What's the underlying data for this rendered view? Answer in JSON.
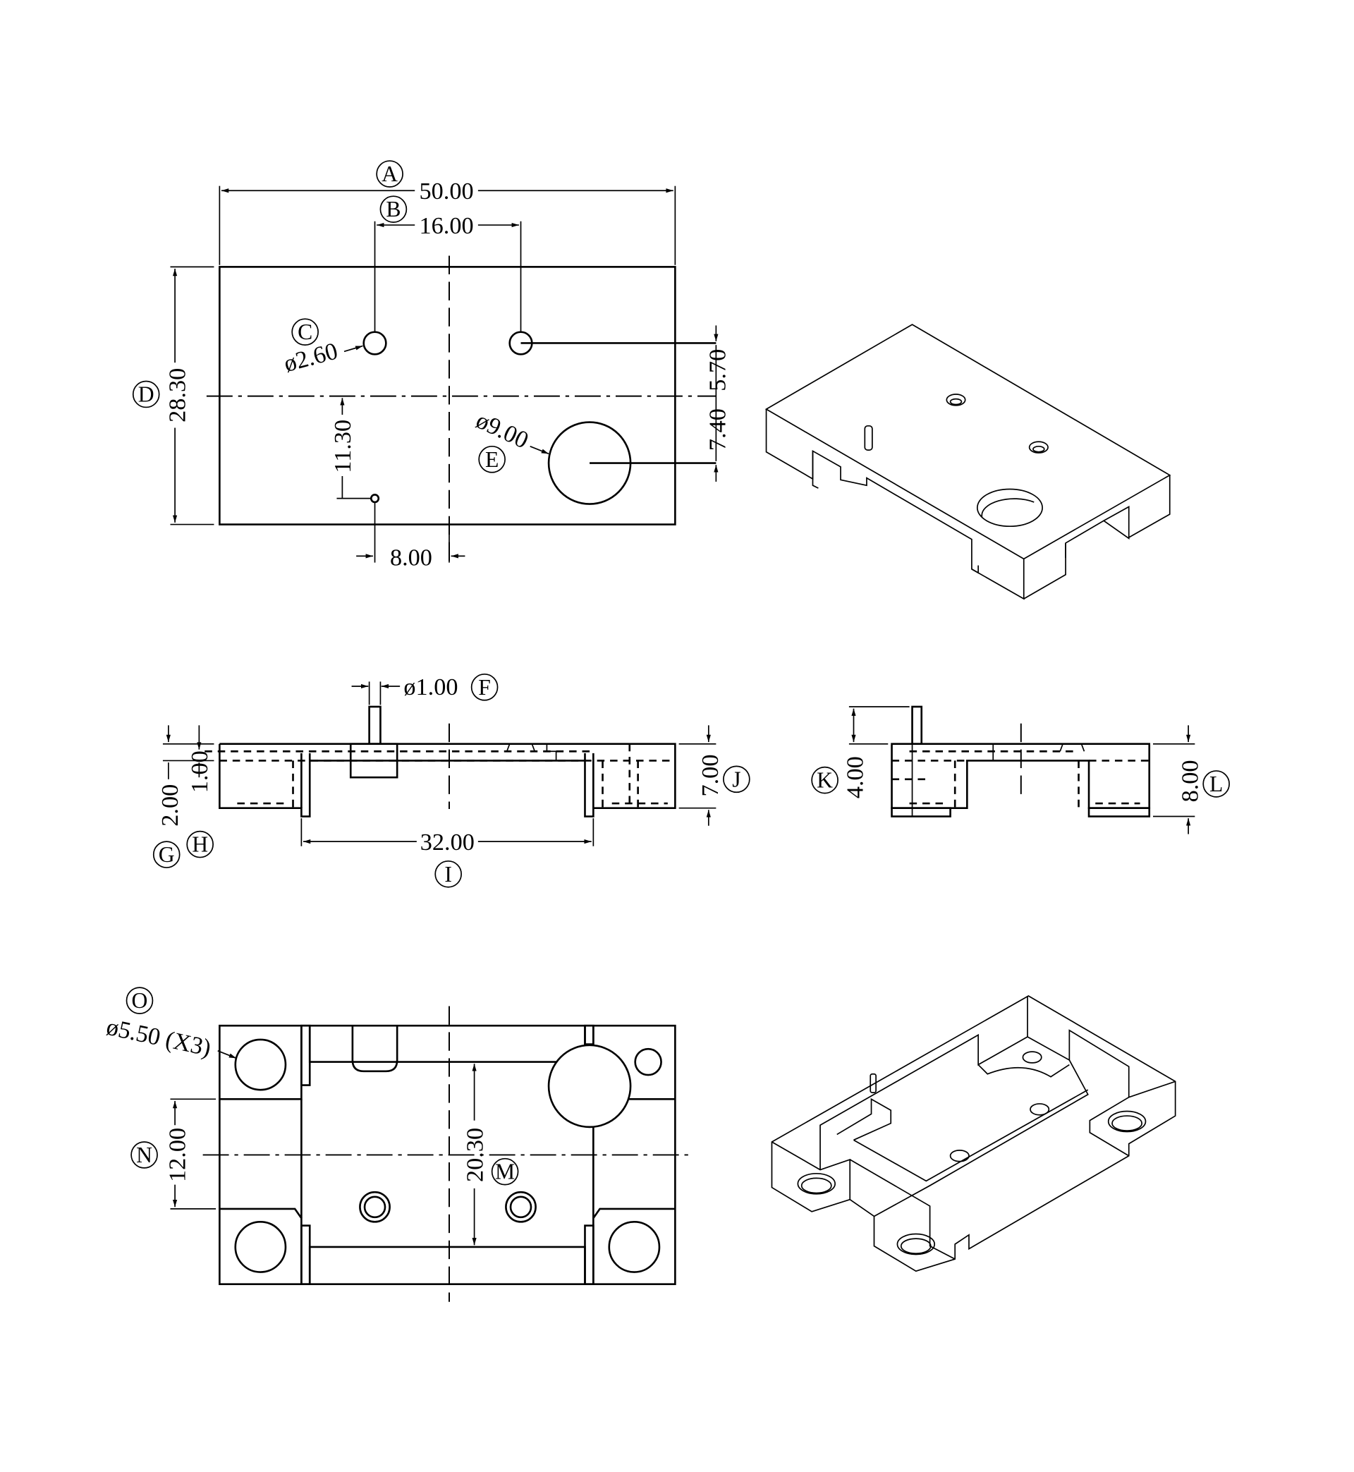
{
  "top_view": {
    "dim_A": {
      "letter": "A",
      "value": "50.00"
    },
    "dim_B": {
      "letter": "B",
      "value": "16.00"
    },
    "dim_C": {
      "letter": "C",
      "value": "ø2.60"
    },
    "dim_D": {
      "letter": "D",
      "value": "28.30"
    },
    "dim_E": {
      "letter": "E",
      "value": "ø9.00"
    },
    "dim_11_30": "11.30",
    "dim_8_00": "8.00",
    "dim_7_40": "7.40",
    "dim_5_70": "5.70"
  },
  "front_view": {
    "dim_F": {
      "letter": "F",
      "value": "ø1.00"
    },
    "dim_G": {
      "letter": "G",
      "value": "2.00"
    },
    "dim_H": {
      "letter": "H",
      "value": "1.00"
    },
    "dim_I": {
      "letter": "I",
      "value": "32.00"
    },
    "dim_J": {
      "letter": "J",
      "value": "7.00"
    }
  },
  "side_view": {
    "dim_K": {
      "letter": "K",
      "value": "4.00"
    },
    "dim_L": {
      "letter": "L",
      "value": "8.00"
    }
  },
  "bottom_view": {
    "dim_O": {
      "letter": "O",
      "value": "ø5.50 (X3)"
    },
    "dim_N": {
      "letter": "N",
      "value": "12.00"
    },
    "dim_M": {
      "letter": "M",
      "value": "20.30"
    }
  }
}
